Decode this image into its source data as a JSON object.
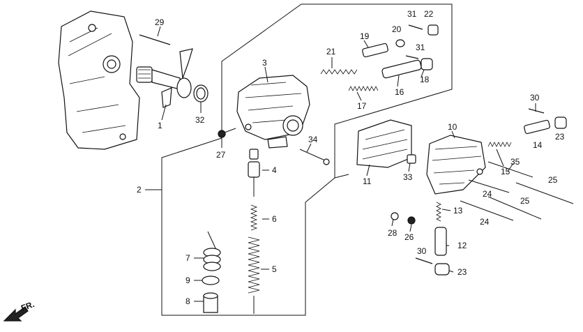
{
  "diagram": {
    "callouts": [
      "1",
      "2",
      "3",
      "4",
      "5",
      "6",
      "7",
      "8",
      "9",
      "10",
      "11",
      "12",
      "13",
      "14",
      "15",
      "16",
      "17",
      "18",
      "19",
      "20",
      "21",
      "22",
      "23",
      "24",
      "25",
      "26",
      "27",
      "28",
      "29",
      "30",
      "31",
      "32",
      "33",
      "34",
      "35"
    ],
    "labels": {
      "n29": "29",
      "n1": "1",
      "n32": "32",
      "n3": "3",
      "n27": "27",
      "n34": "34",
      "n2": "2",
      "n4": "4",
      "n6": "6",
      "n5": "5",
      "n7": "7",
      "n9": "9",
      "n8": "8",
      "n21": "21",
      "n19": "19",
      "n17": "17",
      "n16": "16",
      "n20": "20",
      "n31a": "31",
      "n31b": "31",
      "n22": "22",
      "n18": "18",
      "n30a": "30",
      "n23a": "23",
      "n14": "14",
      "n10": "10",
      "n15": "15",
      "n11": "11",
      "n33": "33",
      "n35": "35",
      "n25a": "25",
      "n24a": "24",
      "n25b": "25",
      "n24b": "24",
      "n13": "13",
      "n28": "28",
      "n26": "26",
      "n12": "12",
      "n30b": "30",
      "n23b": "23"
    },
    "direction_label": "FR."
  }
}
